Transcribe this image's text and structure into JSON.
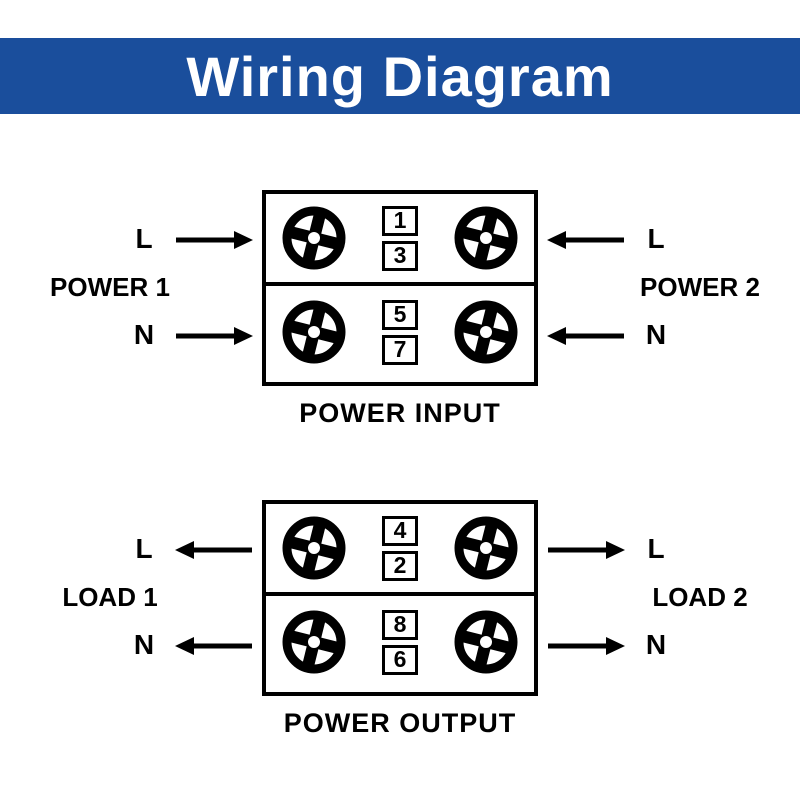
{
  "title": "Wiring Diagram",
  "colors": {
    "header_bg": "#1a4e9c",
    "header_text": "#ffffff",
    "line": "#000000",
    "background": "#ffffff"
  },
  "icons": {
    "screw": "screw-terminal-icon",
    "arrow_right": "arrow-right-icon",
    "arrow_left": "arrow-left-icon"
  },
  "input_block": {
    "caption": "POWER INPUT",
    "left_label": "POWER 1",
    "right_label": "POWER 2",
    "rows": [
      {
        "left": "L",
        "right": "L",
        "top_num": "1",
        "bottom_num": "3"
      },
      {
        "left": "N",
        "right": "N",
        "top_num": "5",
        "bottom_num": "7"
      }
    ]
  },
  "output_block": {
    "caption": "POWER OUTPUT",
    "left_label": "LOAD 1",
    "right_label": "LOAD 2",
    "rows": [
      {
        "left": "L",
        "right": "L",
        "top_num": "4",
        "bottom_num": "2"
      },
      {
        "left": "N",
        "right": "N",
        "top_num": "8",
        "bottom_num": "6"
      }
    ]
  }
}
